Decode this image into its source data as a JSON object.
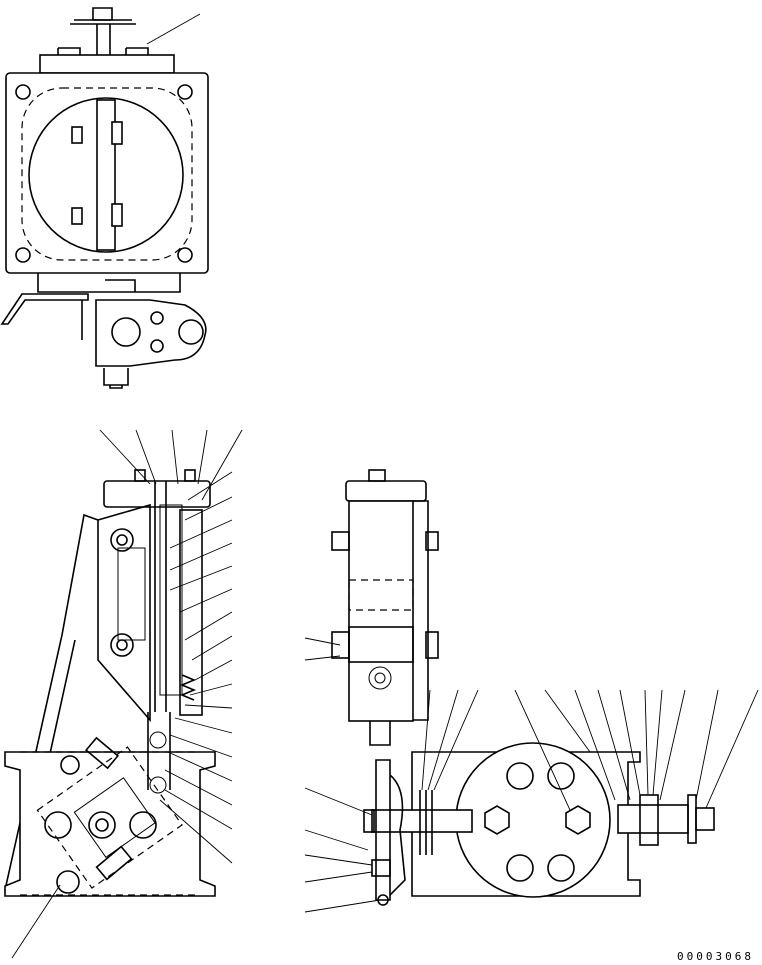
{
  "drawing": {
    "number": "00003068",
    "line_color": "#000000",
    "background": "#ffffff",
    "views": [
      "top-view",
      "front-section-view",
      "side-view"
    ]
  }
}
